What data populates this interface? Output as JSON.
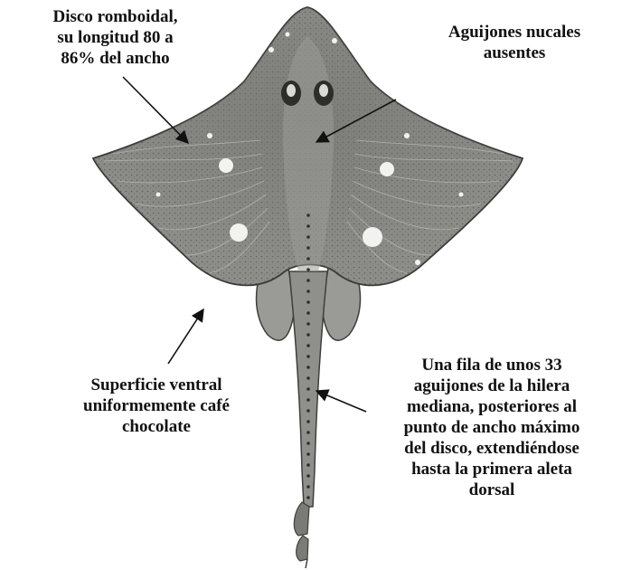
{
  "annotations": {
    "disc_shape": [
      "Disco romboidal,",
      "su longitud 80 a",
      "86% del ancho"
    ],
    "nuchal_thorns": [
      "Aguijones nucales",
      "ausentes"
    ],
    "ventral_surface": [
      "Superficie ventral",
      "uniformemente café",
      "chocolate"
    ],
    "midrow_thorns": [
      "Una fila de unos 33",
      "aguijones de la hilera",
      "mediana, posteriores al",
      "punto de ancho máximo",
      "del disco, extendiéndose",
      "hasta la primera aleta",
      "dorsal"
    ]
  },
  "colors": {
    "body_fill": "#8a8a86",
    "body_dark": "#4a4a47",
    "spots": "#f2f2f0",
    "arrows": "#111111"
  }
}
